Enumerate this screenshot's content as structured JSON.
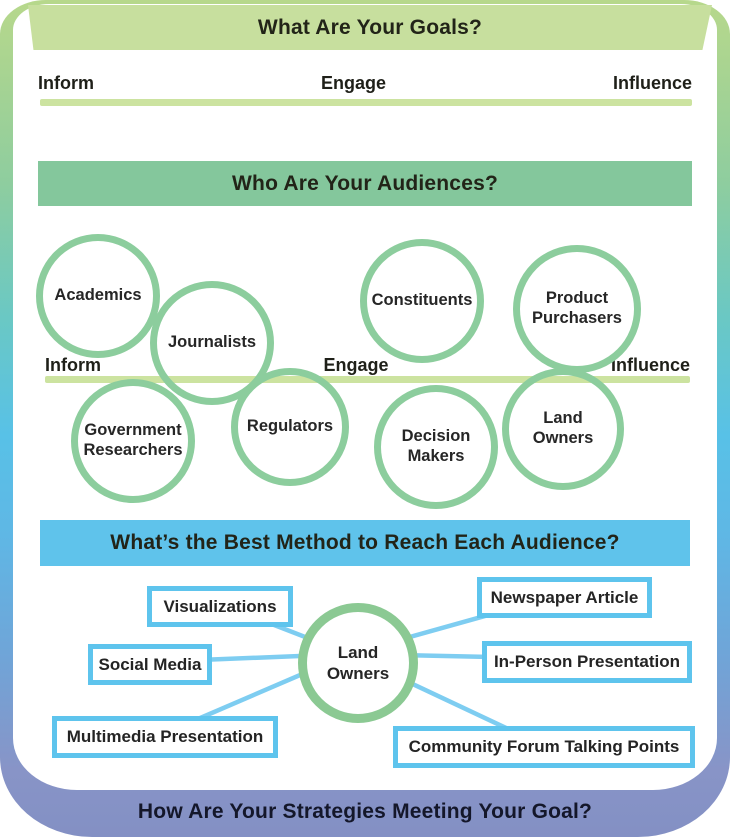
{
  "goals_section": {
    "title": "What Are Your Goals?"
  },
  "spectrum": {
    "inform": "Inform",
    "engage": "Engage",
    "influence": "Influence"
  },
  "audiences_section": {
    "title": "Who Are Your Audiences?",
    "circles": [
      {
        "label": "Academics"
      },
      {
        "label": "Journalists"
      },
      {
        "label": "Constituents"
      },
      {
        "label": "Product\nPurchasers"
      },
      {
        "label": "Government\nResearchers"
      },
      {
        "label": "Regulators"
      },
      {
        "label": "Decision\nMakers"
      },
      {
        "label": "Land\nOwners"
      }
    ]
  },
  "methods_section": {
    "title": "What’s the Best Method to Reach Each Audience?",
    "center_circle": "Land\nOwners",
    "boxes": [
      {
        "label": "Visualizations"
      },
      {
        "label": "Social Media"
      },
      {
        "label": "Multimedia Presentation"
      },
      {
        "label": "Newspaper Article"
      },
      {
        "label": "In-Person Presentation"
      },
      {
        "label": "Community Forum Talking Points"
      }
    ]
  },
  "strategies_section": {
    "title": "How Are Your Strategies Meeting Your Goal?"
  },
  "colors": {
    "frame_top_green": "#b7d88c",
    "frame_mid_cyan": "#58c1e7",
    "frame_bottom_periwinkle": "#8894c7",
    "goals_band": "#c7df9e",
    "audiences_band": "#84c79c",
    "methods_band": "#5fc3eb",
    "circle_stroke": "#8ccd9d",
    "spectrum_line": "#cce3a0",
    "method_box_border": "#5ec4ed",
    "connector_line": "#7ecdf1",
    "text": "#222418"
  }
}
